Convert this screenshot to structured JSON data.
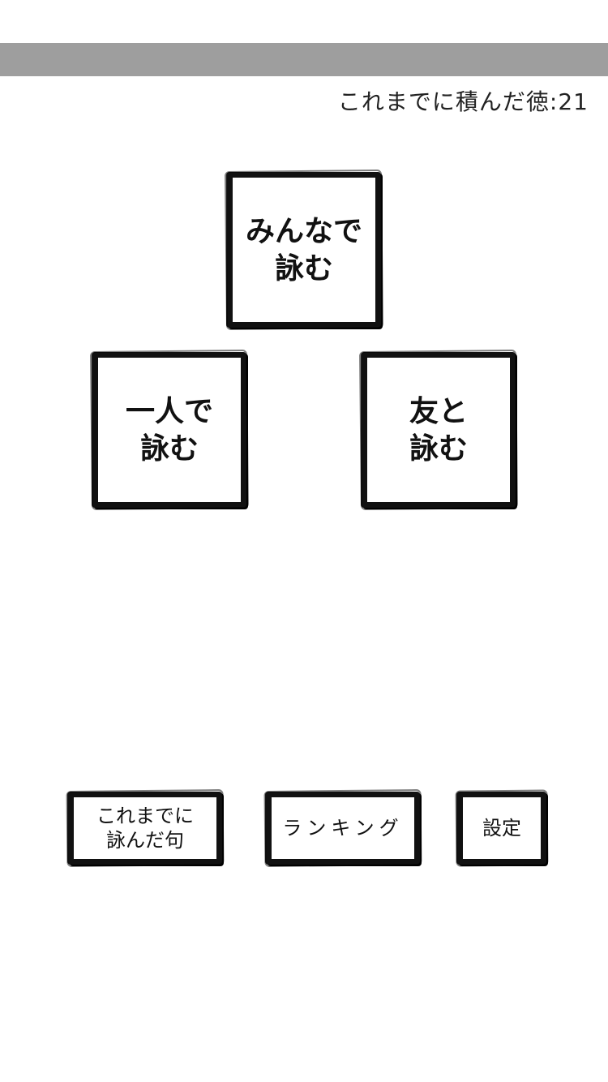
{
  "header": {
    "virtue_count_text": "これまでに積んだ徳:21"
  },
  "main_buttons": {
    "minna": "みんなで\n詠む",
    "hitori": "一人で\n詠む",
    "tomo": "友と\n詠む"
  },
  "bottom_buttons": {
    "history": "これまでに\n詠んだ句",
    "ranking": "ランキング",
    "settings": "設定"
  }
}
